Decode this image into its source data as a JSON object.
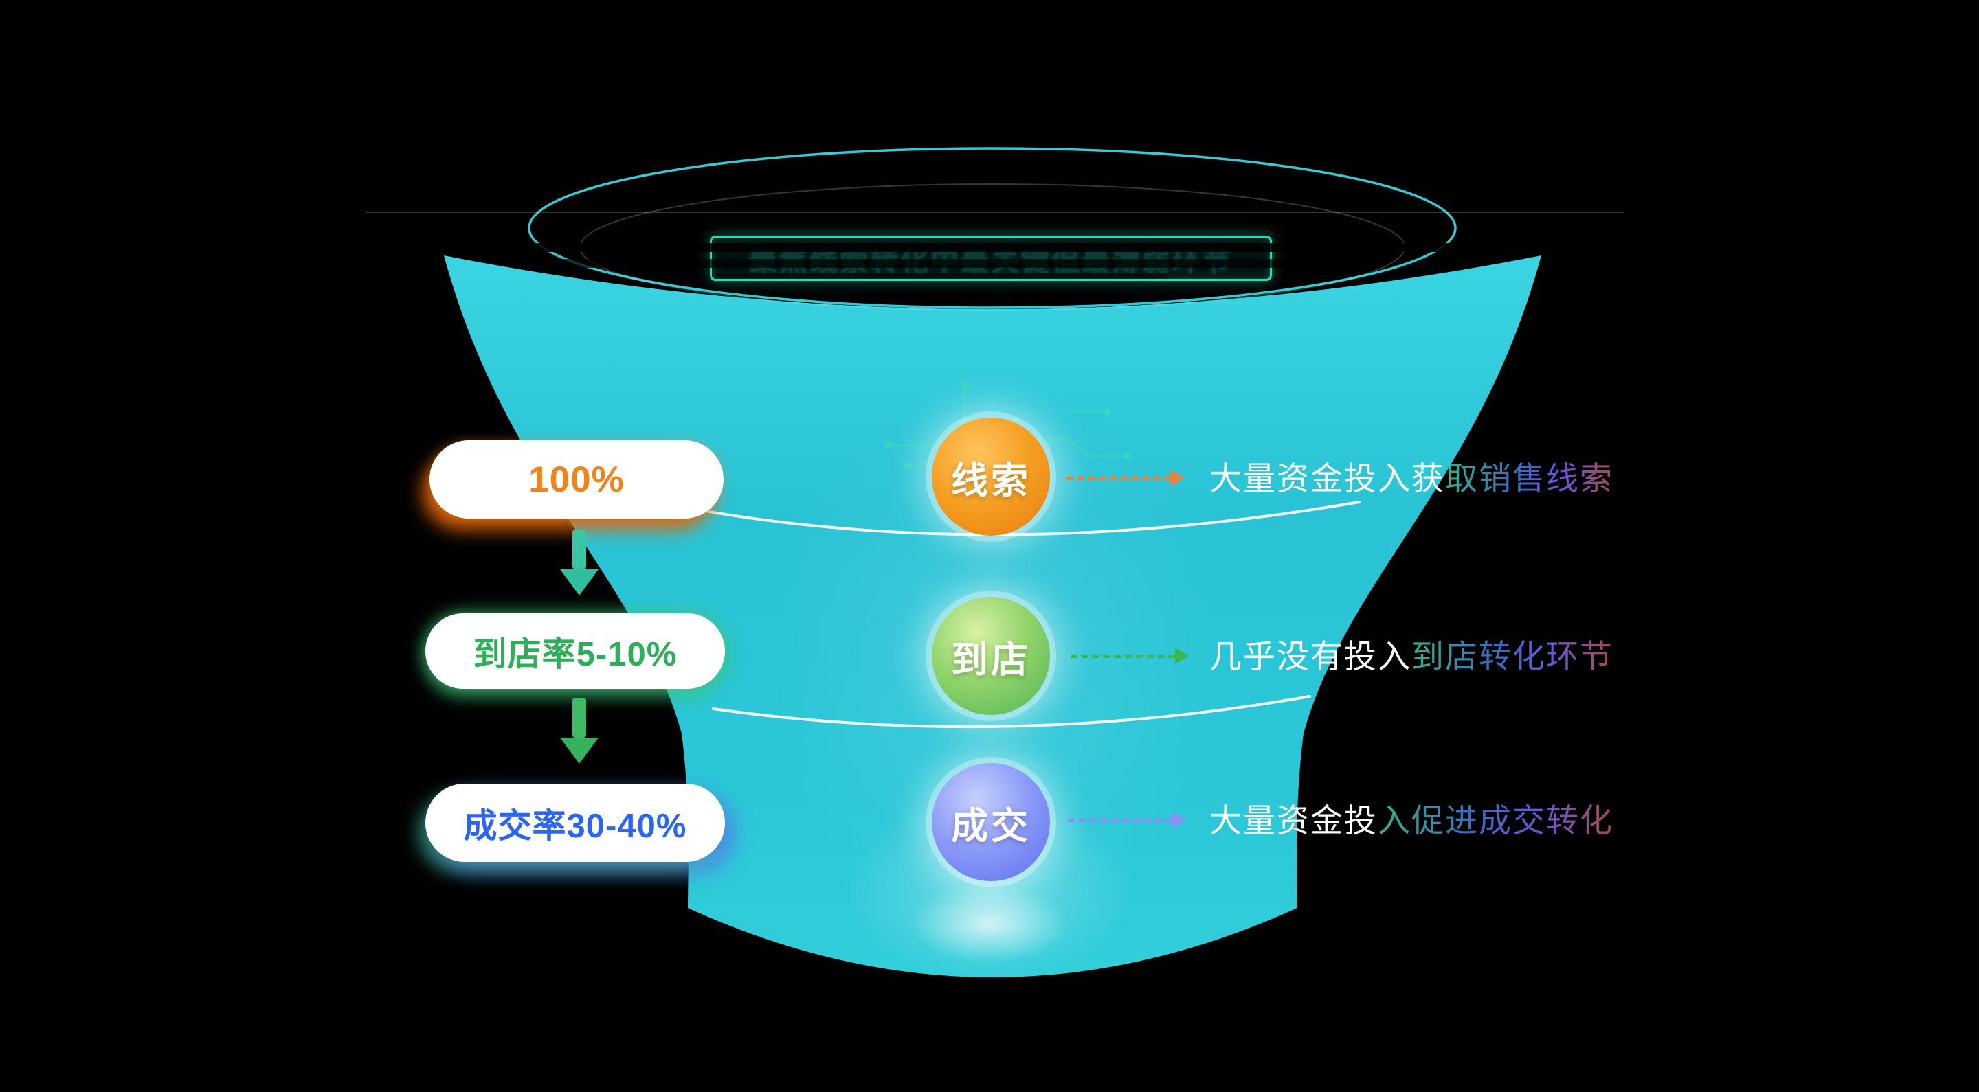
{
  "title": "聚焦线索转化中最关键但最薄弱环节",
  "stages": [
    {
      "badge": "线索",
      "pill": "100%",
      "note_visible": "大量资金投入获",
      "note_obscured": "取销售线索",
      "accent": "#f08a1e"
    },
    {
      "badge": "到店",
      "pill": "到店率5-10%",
      "note_visible": "几乎没有投入",
      "note_obscured": "到店转化环节",
      "accent": "#3cb54a"
    },
    {
      "badge": "成交",
      "pill": "成交率30-40%",
      "note_visible": "大量资金投",
      "note_obscured": "入促进成交转化",
      "accent": "#7b82f0"
    }
  ],
  "colors": {
    "background": "#000000",
    "funnel": "#2bc7d8",
    "title_border": "#1fe0b0",
    "stage1_accent": "#f08a1e",
    "stage2_accent": "#3cb54a",
    "stage3_accent": "#7b82f0",
    "pill1_text": "#f0831c",
    "pill2_text": "#2fae58",
    "pill3_text": "#2a66f2"
  }
}
